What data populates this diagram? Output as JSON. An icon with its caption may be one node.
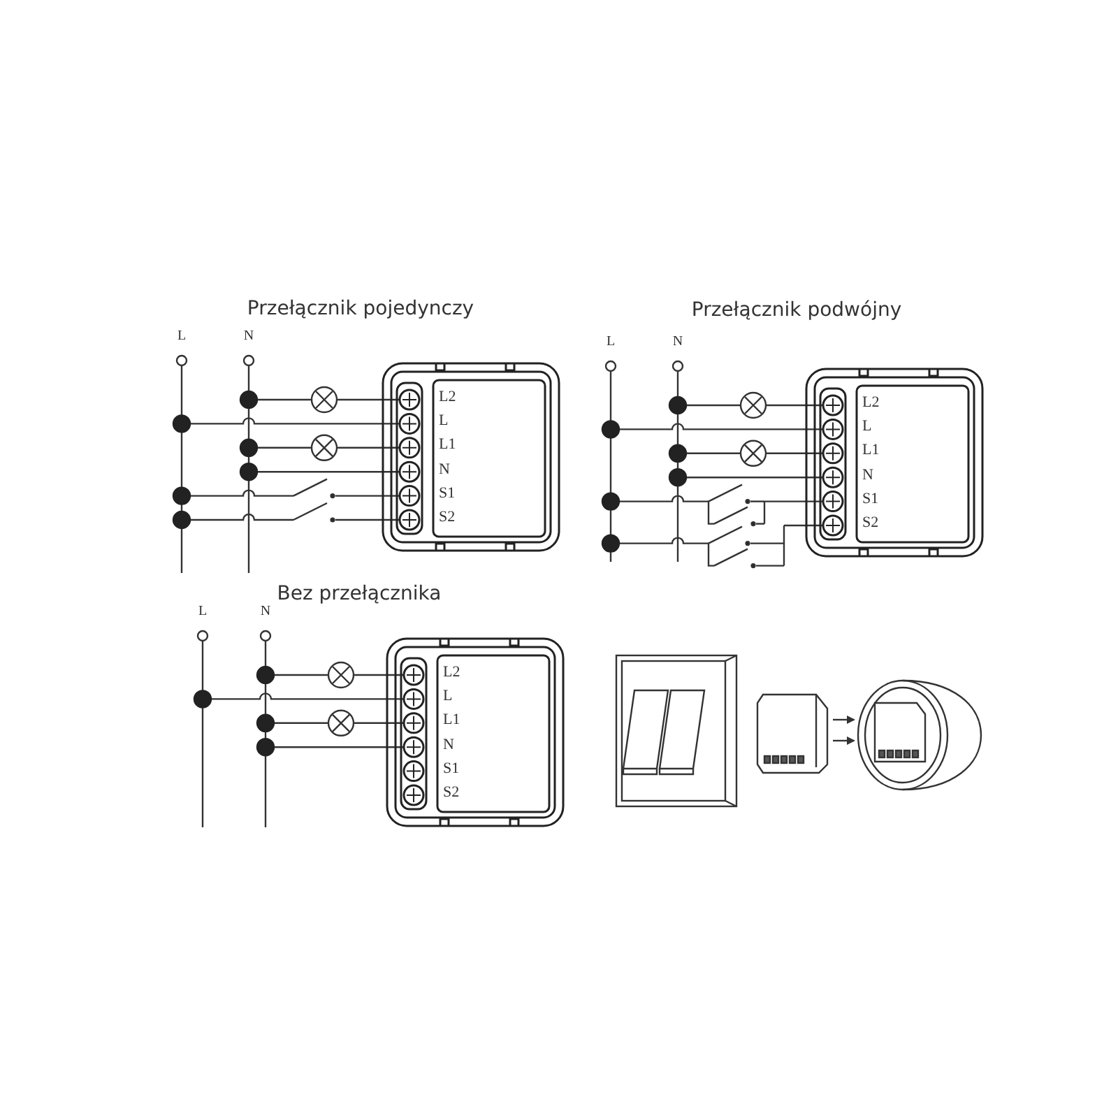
{
  "diagram": {
    "nodes": [
      {
        "text": [
          "L2",
          "L",
          "L1",
          "N",
          "S1",
          "S2"
        ]
      },
      {
        "text": [
          "L2",
          "L",
          "L1",
          "N",
          "S1",
          "S2"
        ]
      },
      {
        "text": [
          "L2",
          "L",
          "L1",
          "N",
          "S1",
          "S2"
        ]
      },
      {
        "text": [],
        "shape": "picture"
      },
      {
        "text": [],
        "shape": "picture"
      },
      {
        "text": [],
        "shape": "picture"
      }
    ],
    "edges": [
      {
        "from": 4,
        "to": 5,
        "arrow": "to"
      },
      {
        "from": 4,
        "to": 5,
        "arrow": "to"
      }
    ],
    "labels": [
      "Przełącznik pojedynczy",
      "Przełącznik podwójny",
      "L",
      "N",
      "L",
      "N",
      "Bez przełącznika",
      "L",
      "N"
    ]
  }
}
